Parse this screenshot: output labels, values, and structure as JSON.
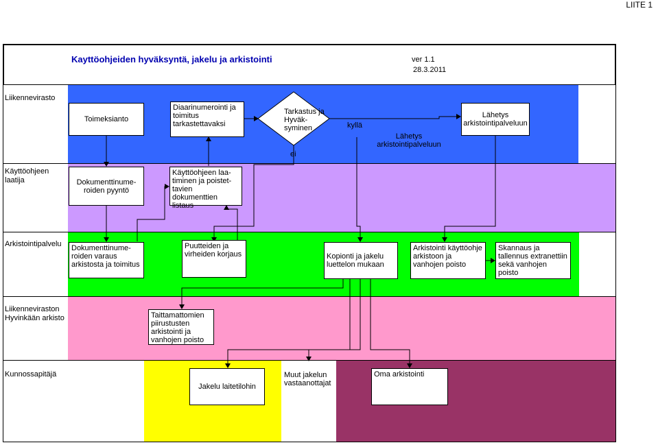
{
  "attachment_label": "LIITE 1",
  "title": "Kayttöohjeiden hyväksyntä, jakelu ja arkistointi",
  "version": "ver 1.1",
  "date": "28.3.2011",
  "lanes": {
    "liikennevirasto": {
      "label": "Liikennevirasto",
      "color": "#3366ff"
    },
    "laatija": {
      "label": "Käyttöohjeen laatija",
      "color": "#cc99ff"
    },
    "arkistointipalvelu": {
      "label": "Arkistointipalvelu",
      "color": "#00ff00"
    },
    "hyvinkaa": {
      "label": "Liikenneviraston Hyvinkään arkisto",
      "color": "#ff99cc"
    },
    "kunnossapitaja": {
      "label": "Kunnossapitäjä",
      "color_left": "#ffffff",
      "color_mid": "#ffff00",
      "color_right": "#993366"
    }
  },
  "boxes": {
    "toimeksianto": "Toimeksianto",
    "diaarinumerointi": "Diaarinumerointi ja toimitus tarkastettavaksi",
    "tarkastus": "Tarkastus ja Hyväk-syminen",
    "lahetys_right": "Lähetys arkistointipalveluun",
    "dokumenttinumeroiden_pyynto": "Dokumenttinume-roiden pyyntö",
    "kayttoohjeen_laatiminen": "Käyttöohjeen laa-timinen ja poistet-tavien dokumenttien listaus",
    "dokumenttinumeroiden_varaus": "Dokumenttinume-roiden varaus arkistosta ja toimitus",
    "puutteiden_korjaus": "Puutteiden ja virheiden korjaus",
    "kopionti": "Kopionti ja jakelu luettelon mukaan",
    "arkistointi": "Arkistointi käyttöohje arkistoon ja vanhojen poisto",
    "skannaus": "Skannaus ja tallennus extranettiin sekä vanhojen poisto",
    "taittamattomien": "Taittamattomien piirustusten arkistointi ja vanhojen poisto",
    "jakelu_laitetilohin": "Jakelu laitetilohin",
    "muut_jakelun": "Muut jakelun vastaanottajat",
    "oma_arkistointi": "Oma arkistointi"
  },
  "labels": {
    "kylla": "kyllä",
    "ei": "ei",
    "lahetys_mid": "Lähetys arkistointipalveluun"
  }
}
